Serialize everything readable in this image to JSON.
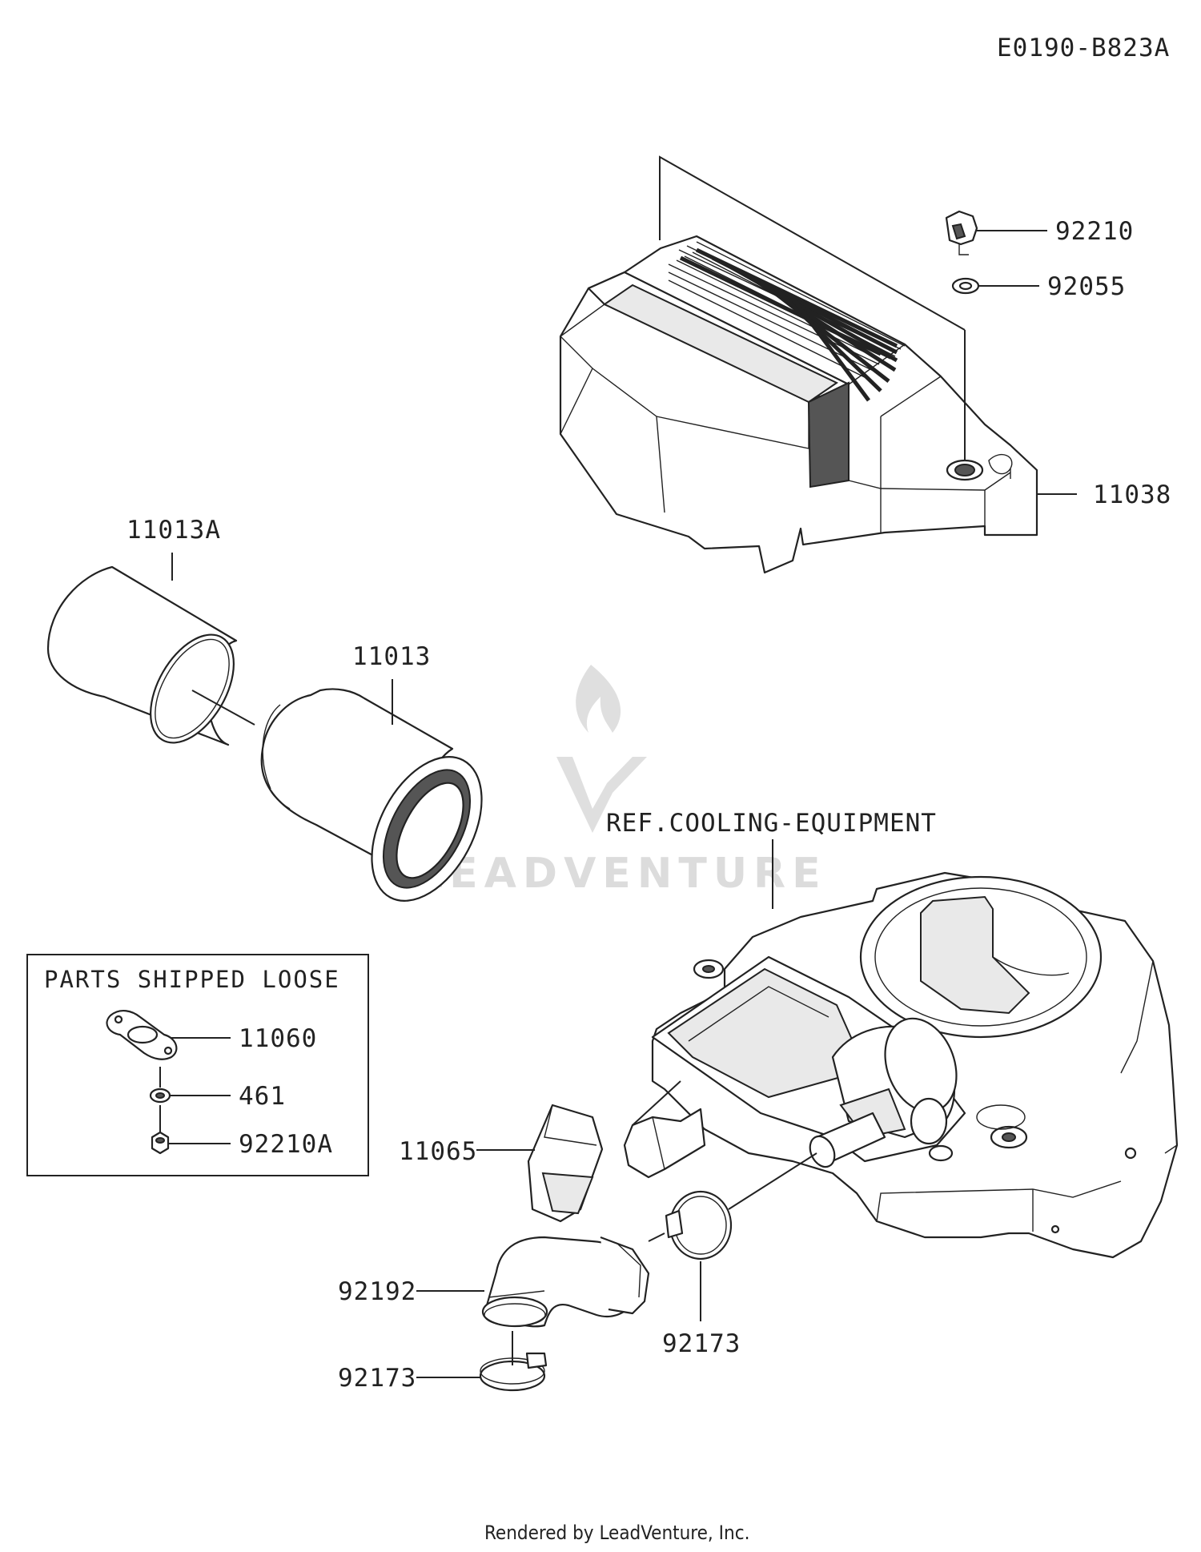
{
  "diagram_id": "E0190-B823A",
  "reference_label": "REF.COOLING-EQUIPMENT",
  "parts_shipped_loose": {
    "title": "PARTS SHIPPED LOOSE",
    "items": [
      "11060",
      "461",
      "92210A"
    ]
  },
  "callouts": {
    "p92210": "92210",
    "p92055": "92055",
    "p11038": "11038",
    "p11013A": "11013A",
    "p11013": "11013",
    "p11065": "11065",
    "p92192": "92192",
    "p92173_right": "92173",
    "p92173_left": "92173"
  },
  "watermark": "LEADVENTURE",
  "footer": "Rendered by LeadVenture, Inc."
}
